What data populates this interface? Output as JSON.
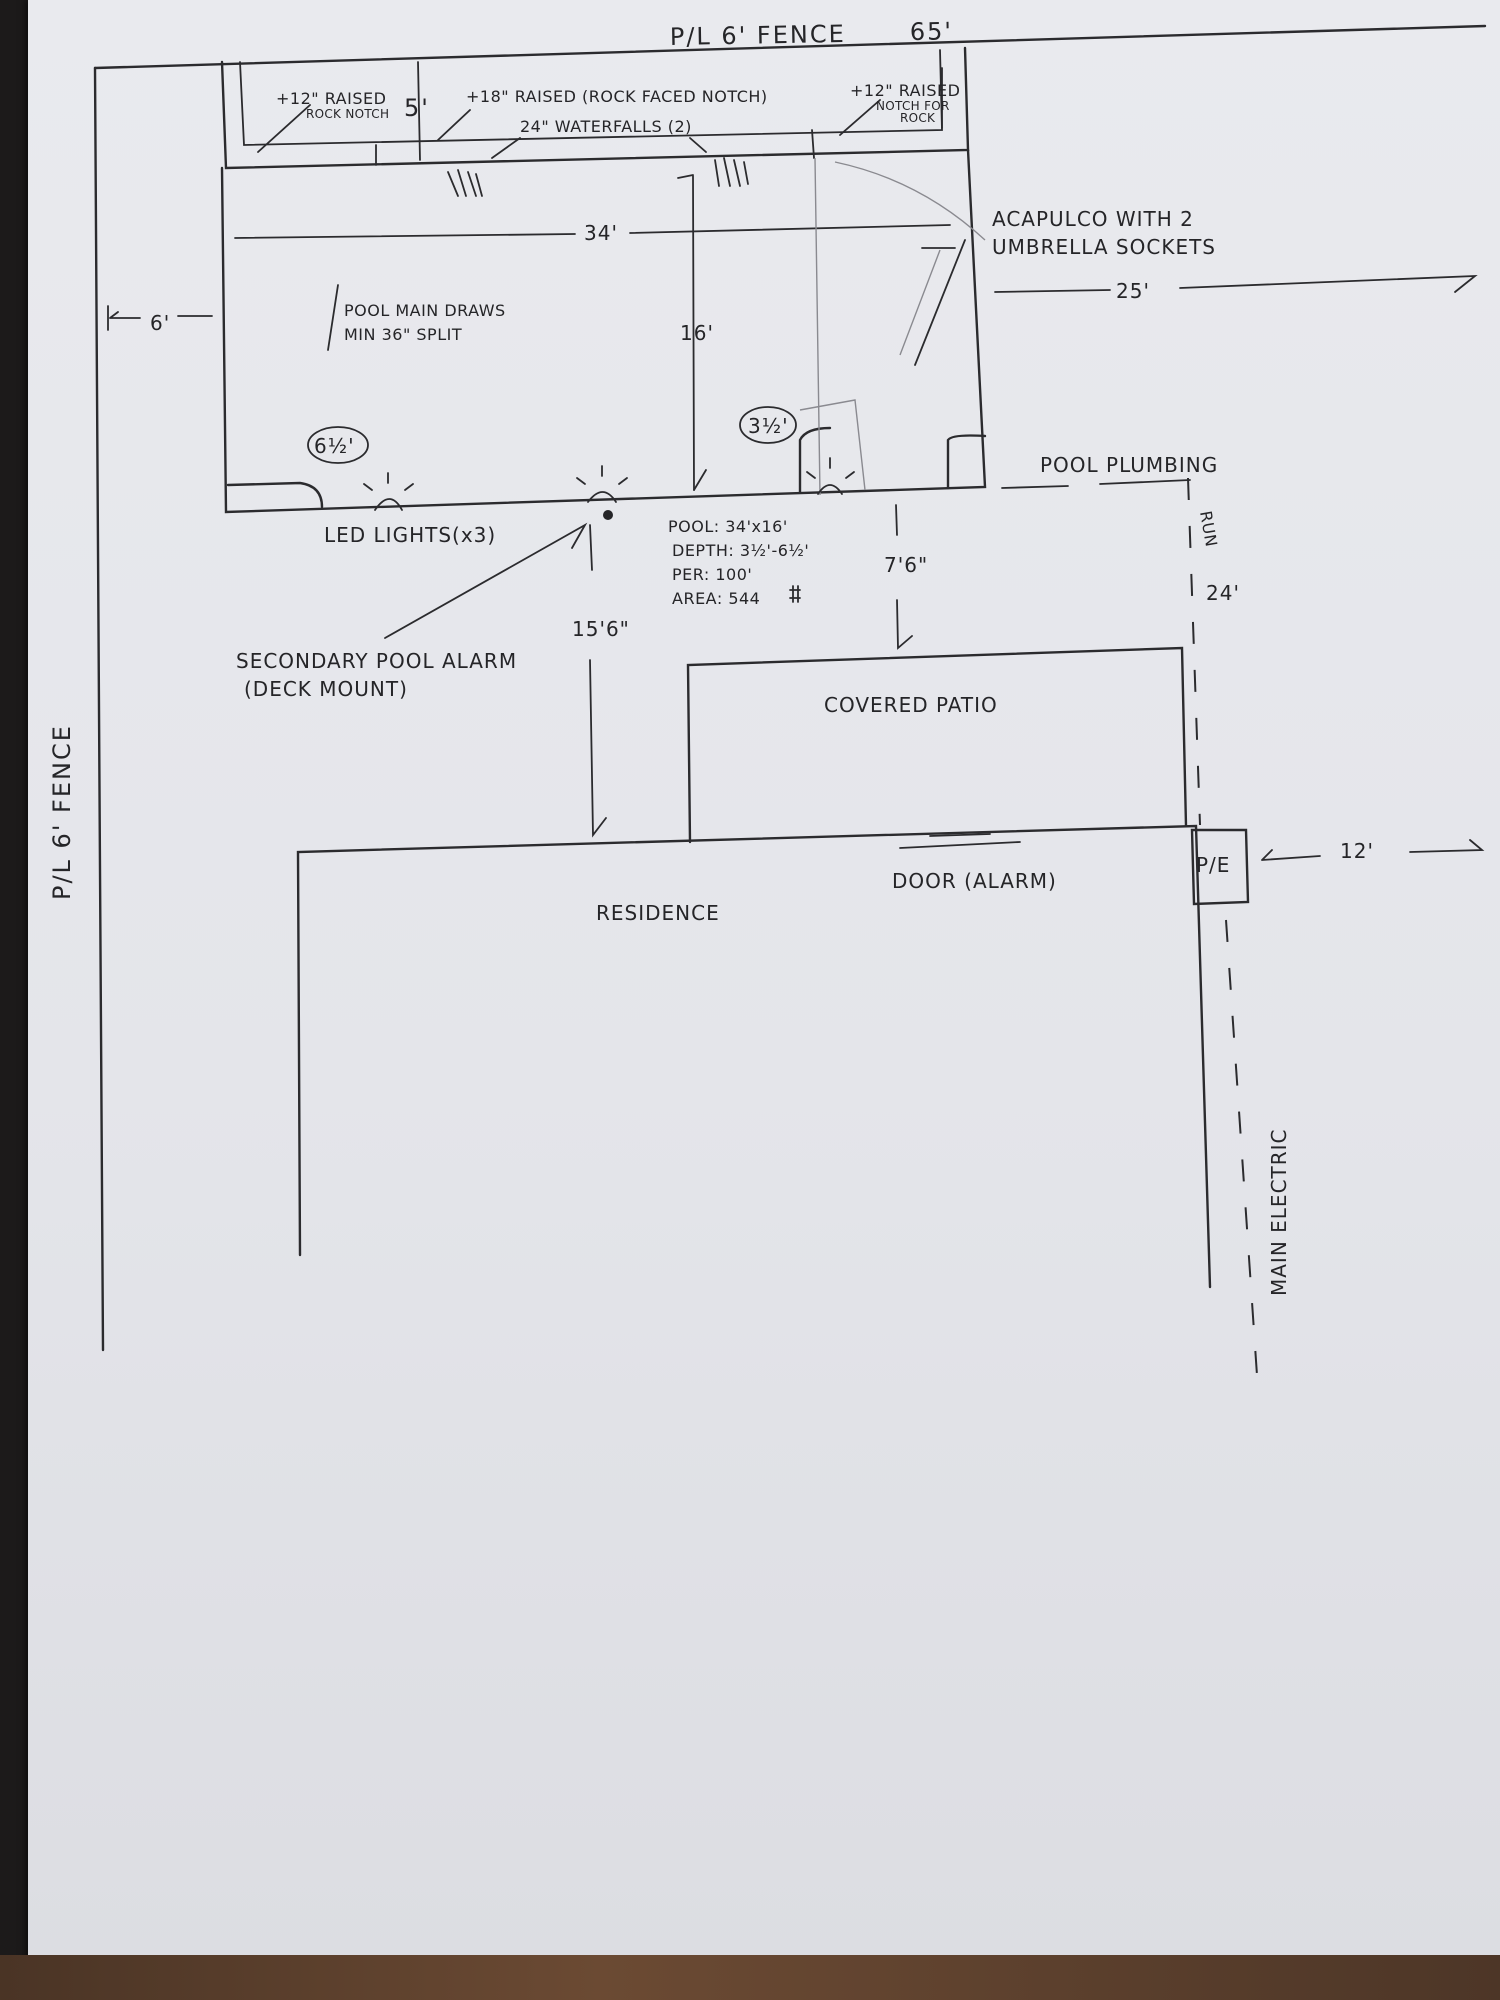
{
  "labels": {
    "top_fence": "P/L  6' FENCE",
    "top_fence_length": "65'",
    "left_fence": "P/L 6' FENCE",
    "left_setback": "6'",
    "raised_left_1": "+12\" RAISED",
    "raised_left_2": "ROCK NOTCH",
    "raised_gap": "5'",
    "raised_center": "+18\" RAISED (ROCK FACED NOTCH)",
    "waterfalls": "24\" WATERFALLS (2)",
    "raised_right_1": "+12\" RAISED",
    "raised_right_2": "NOTCH FOR",
    "raised_right_3": "ROCK",
    "pool_length": "34'",
    "pool_width": "16'",
    "acapulco_1": "ACAPULCO WITH 2",
    "acapulco_2": "UMBRELLA SOCKETS",
    "right_dim": "25'",
    "main_drains_1": "POOL MAIN DRAWS",
    "main_drains_2": "MIN 36\" SPLIT",
    "deep_depth": "6½'",
    "shallow_depth": "3½'",
    "pool_plumbing": "POOL  PLUMBING",
    "run": "RUN",
    "run_length": "24'",
    "led_lights": "LED LIGHTS(x3)",
    "pool_spec_1": "POOL: 34'x16'",
    "pool_spec_2": "DEPTH: 3½'-6½'",
    "pool_spec_3": "PER: 100'",
    "pool_spec_4": "AREA: 544",
    "patio_gap": "7'6\"",
    "house_gap": "15'6\"",
    "alarm_1": "SECONDARY POOL ALARM",
    "alarm_2": "(DECK MOUNT)",
    "covered_patio": "COVERED PATIO",
    "pe": "P/E",
    "right_setback": "12'",
    "door": "DOOR (ALARM)",
    "residence": "RESIDENCE",
    "main_electric": "MAIN ELECTRIC"
  }
}
